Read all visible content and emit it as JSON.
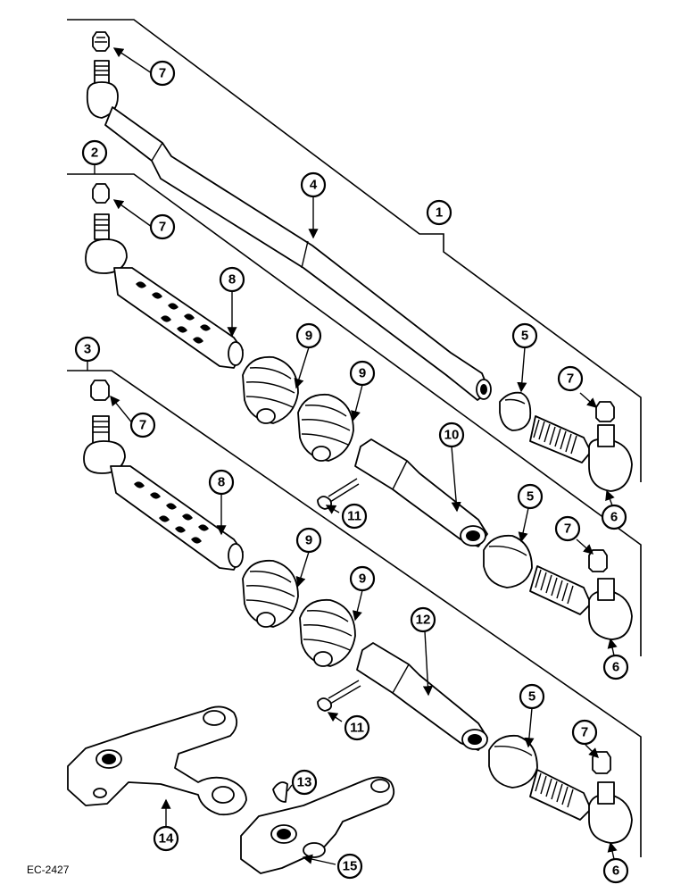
{
  "figure_ref": "EC-2427",
  "callouts": {
    "c1": "1",
    "c2": "2",
    "c3": "3",
    "c4": "4",
    "c5a": "5",
    "c5b": "5",
    "c5c": "5",
    "c6a": "6",
    "c6b": "6",
    "c6c": "6",
    "c7a": "7",
    "c7b": "7",
    "c7c": "7",
    "c7d": "7",
    "c7e": "7",
    "c7f": "7",
    "c8a": "8",
    "c8b": "8",
    "c9a": "9",
    "c9b": "9",
    "c9c": "9",
    "c9d": "9",
    "c10": "10",
    "c11a": "11",
    "c11b": "11",
    "c12": "12",
    "c13": "13",
    "c14": "14",
    "c15": "15"
  }
}
